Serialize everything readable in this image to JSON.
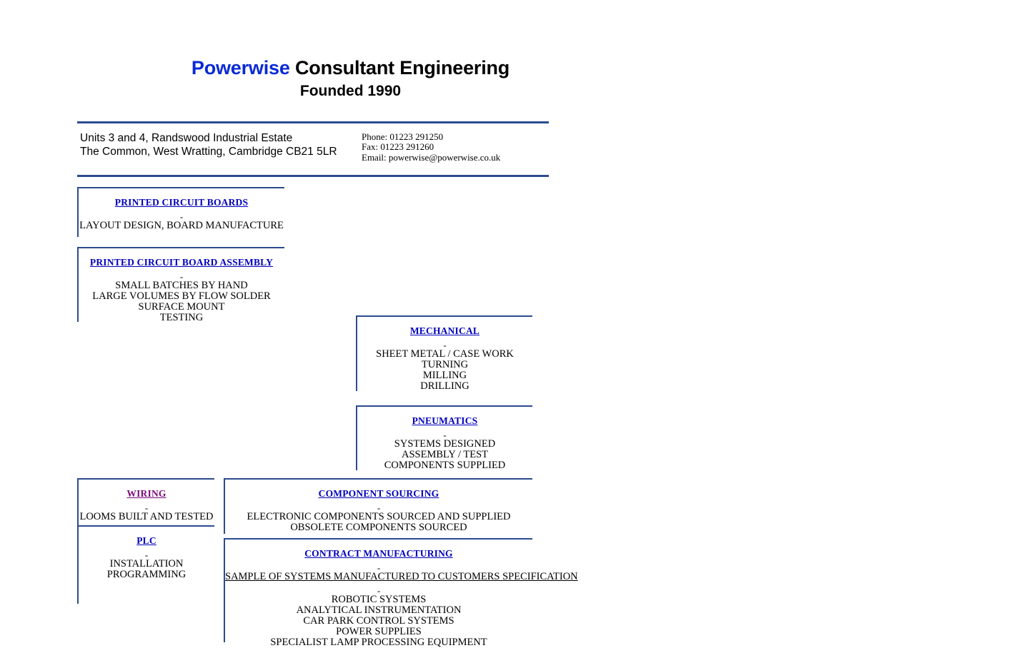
{
  "header": {
    "brand": "Powerwise",
    "rest": " Consultant Engineering",
    "founded": "Founded 1990",
    "brand_color": "#0a2ad6",
    "rule_color": "#2c4b8e"
  },
  "address": {
    "line1": "Units 3 and 4, Randswood Industrial Estate",
    "line2": "The Common, West Wratting, Cambridge CB21 5LR"
  },
  "contact": {
    "phone": "Phone: 01223 291250",
    "fax": "Fax: 01223 291260",
    "email": "Email: powerwise@powerwise.co.uk"
  },
  "link_color": "#0000bb",
  "visited_link_color": "#7b0a7b",
  "dash": "-",
  "boxes": {
    "pcb": {
      "heading": "PRINTED CIRCUIT BOARDS",
      "lines": [
        "LAYOUT DESIGN, BOARD MANUFACTURE"
      ]
    },
    "pcb_assembly": {
      "heading": "PRINTED CIRCUIT BOARD ASSEMBLY",
      "lines": [
        "SMALL BATCHES BY HAND",
        "LARGE VOLUMES BY FLOW SOLDER",
        "SURFACE MOUNT",
        "TESTING"
      ]
    },
    "mechanical": {
      "heading": "MECHANICAL",
      "lines": [
        "SHEET METAL / CASE WORK",
        "TURNING",
        "MILLING",
        "DRILLING"
      ]
    },
    "pneumatics": {
      "heading": "PNEUMATICS",
      "lines": [
        "SYSTEMS DESIGNED",
        "ASSEMBLY / TEST",
        "COMPONENTS SUPPLIED"
      ]
    },
    "wiring": {
      "heading": "WIRING",
      "lines": [
        "LOOMS BUILT AND TESTED"
      ]
    },
    "plc": {
      "heading": "PLC",
      "lines": [
        "INSTALLATION",
        "PROGRAMMING"
      ]
    },
    "component_sourcing": {
      "heading": "COMPONENT SOURCING",
      "lines": [
        "ELECTRONIC COMPONENTS SOURCED AND SUPPLIED",
        "OBSOLETE COMPONENTS SOURCED"
      ]
    },
    "contract_manufacturing": {
      "heading": "CONTRACT MANUFACTURING",
      "subheading": "SAMPLE OF SYSTEMS MANUFACTURED TO CUSTOMERS SPECIFICATION",
      "lines": [
        "ROBOTIC SYSTEMS",
        "ANALYTICAL INSTRUMENTATION",
        "CAR PARK CONTROL SYSTEMS",
        "POWER SUPPLIES",
        "SPECIALIST LAMP PROCESSING EQUIPMENT"
      ]
    }
  }
}
